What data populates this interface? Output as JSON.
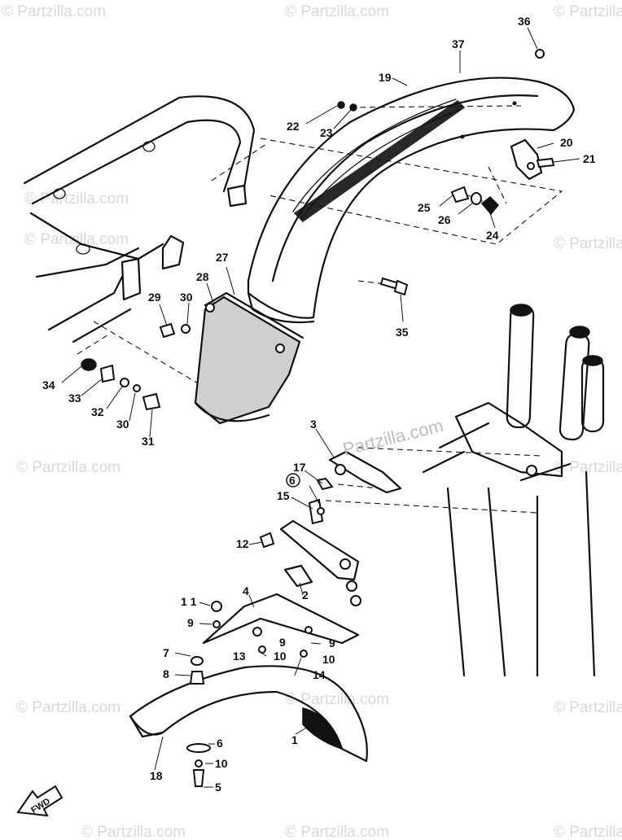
{
  "watermark": "© Partzilla.com",
  "watermark_center": "Partzilla.com",
  "callouts": {
    "c1": "1",
    "c2": "2",
    "c3": "3",
    "c4": "4",
    "c5": "5",
    "c6": "6",
    "c7": "7",
    "c8": "8",
    "c9a": "9",
    "c9b": "9",
    "c9c": "9",
    "c10a": "10",
    "c10b": "10",
    "c10c": "10",
    "c11": "1 1",
    "c12": "12",
    "c13": "13",
    "c14": "14",
    "c15": "15",
    "c16": "6",
    "c17": "17",
    "c18": "18",
    "c19": "19",
    "c20": "20",
    "c21": "21",
    "c22": "22",
    "c23": "23",
    "c24": "24",
    "c25": "25",
    "c26": "26",
    "c27": "27",
    "c28": "28",
    "c29": "29",
    "c30a": "30",
    "c30b": "30",
    "c31": "31",
    "c32": "32",
    "c33": "33",
    "c34": "34",
    "c35": "35",
    "c36": "36",
    "c37": "37"
  },
  "fwd_label": "FWD"
}
